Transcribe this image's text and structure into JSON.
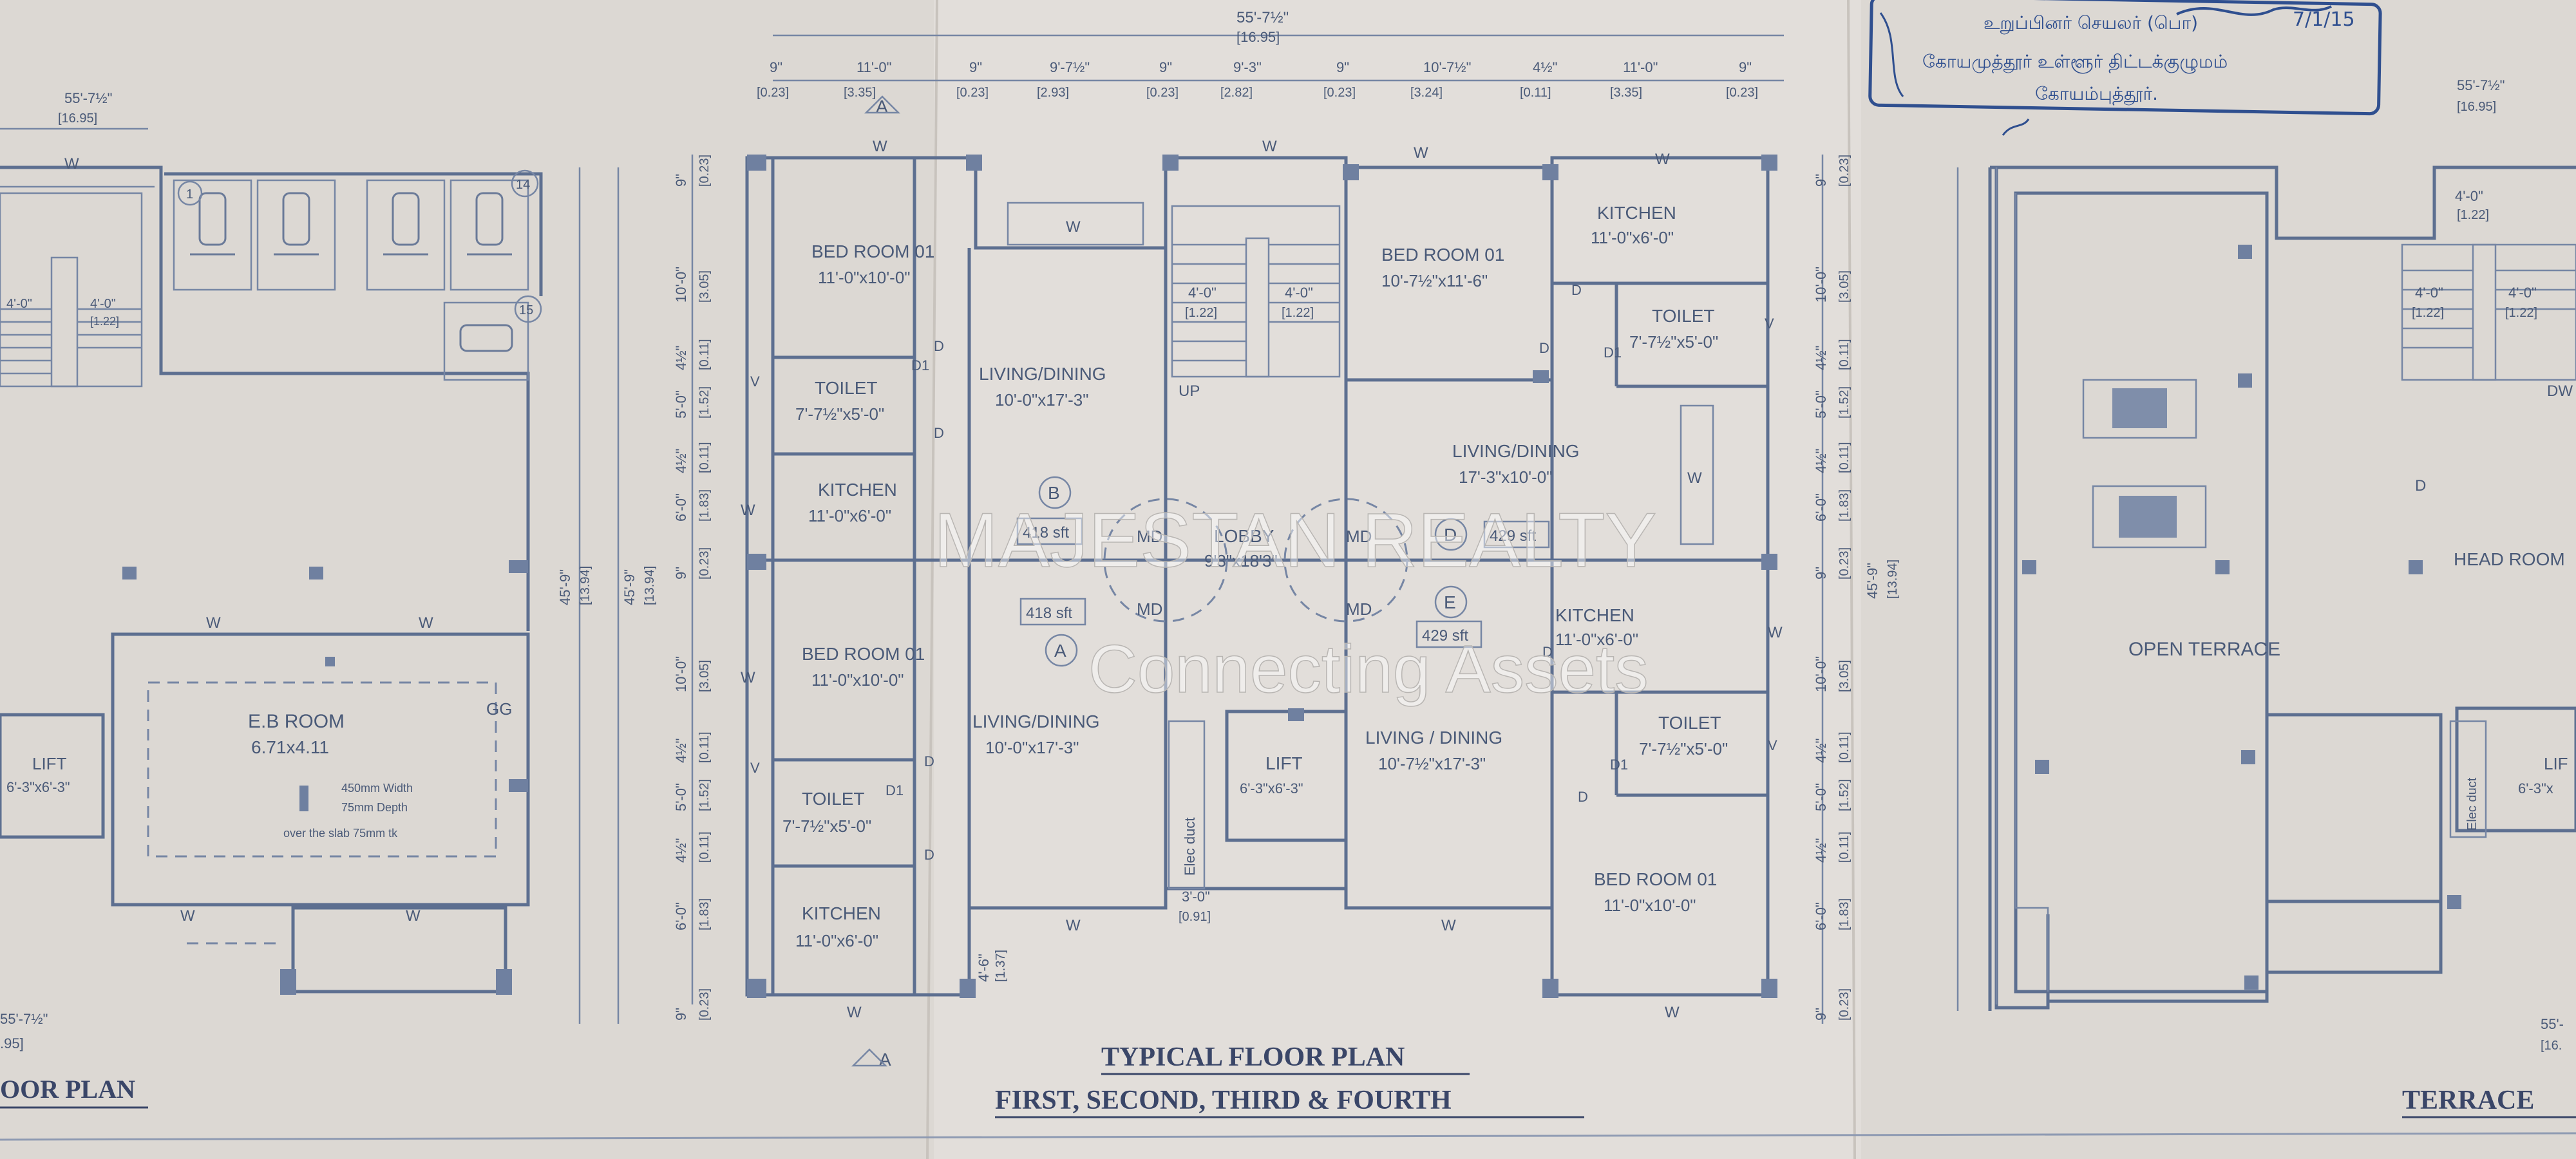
{
  "colors": {
    "paper": "#dcd8d3",
    "ink": "#4a5a78",
    "stamp": "#2f4f8f"
  },
  "left_plan": {
    "overall_dim": "55'-7½\"",
    "overall_dim_m": "[16.95]",
    "room_eb": "E.B ROOM",
    "eb_size": "6.71x4.11",
    "eb_note_1": "450mm Width",
    "eb_note_2": "75mm Depth",
    "eb_note_3": "over the slab 75mm tk",
    "lift": "LIFT",
    "lift_size": "6'-3\"x6'-3\"",
    "gg": "GG",
    "window_w": "W",
    "stair_dim": "4'-0\"",
    "stair_dim_m": "[1.22]",
    "parking_1": "1",
    "parking_14": "14",
    "parking_15": "15",
    "side_dim": "45'-9\"",
    "side_dim_m": "[13.94]",
    "bottom_dim": "55'-7½\"",
    "bottom_dim_m": ".95]",
    "caption": "OOR PLAN"
  },
  "typical_plan": {
    "top_total": "55'-7½\"",
    "top_total_m": "[16.95]",
    "top_dims": [
      {
        "ft": "9\"",
        "m": "[0.23]"
      },
      {
        "ft": "11'-0\"",
        "m": "[3.35]"
      },
      {
        "ft": "9\"",
        "m": "[0.23]"
      },
      {
        "ft": "9'-7½\"",
        "m": "[2.93]"
      },
      {
        "ft": "9\"",
        "m": "[0.23]"
      },
      {
        "ft": "9'-3\"",
        "m": "[2.82]"
      },
      {
        "ft": "9\"",
        "m": "[0.23]"
      },
      {
        "ft": "10'-7½\"",
        "m": "[3.24]"
      },
      {
        "ft": "4½\"",
        "m": "[0.11]"
      },
      {
        "ft": "11'-0\"",
        "m": "[3.35]"
      },
      {
        "ft": "9\"",
        "m": "[0.23]"
      }
    ],
    "side_dims": [
      {
        "ft": "9\"",
        "m": "[0.23]"
      },
      {
        "ft": "10'-0\"",
        "m": "[3.05]"
      },
      {
        "ft": "4½\"",
        "m": "[0.11]"
      },
      {
        "ft": "5'-0\"",
        "m": "[1.52]"
      },
      {
        "ft": "4½\"",
        "m": "[0.11]"
      },
      {
        "ft": "6'-0\"",
        "m": "[1.83]"
      },
      {
        "ft": "9\"",
        "m": "[0.23]"
      },
      {
        "ft": "10'-0\"",
        "m": "[3.05]"
      },
      {
        "ft": "4½\"",
        "m": "[0.11]"
      },
      {
        "ft": "5'-0\"",
        "m": "[1.52]"
      },
      {
        "ft": "4½\"",
        "m": "[0.11]"
      },
      {
        "ft": "6'-0\"",
        "m": "[1.83]"
      },
      {
        "ft": "9\"",
        "m": "[0.23]"
      }
    ],
    "overall_side": "45'-9\"",
    "overall_side_m": "[13.94]",
    "bedroom": "BED ROOM 01",
    "bedroom_size_a": "11'-0\"x10'-0\"",
    "bedroom_size_d": "10'-7½\"x11'-6\"",
    "toilet": "TOILET",
    "toilet_size": "7'-7½\"x5'-0\"",
    "kitchen": "KITCHEN",
    "kitchen_size": "11'-0\"x6'-0\"",
    "living": "LIVING/DINING",
    "living_alt": "LIVING / DINING",
    "living_size": "10'-0\"x17'-3\"",
    "living_size_d": "17'-3\"x10'-0\"",
    "living_size_e": "10'-7½\"x17'-3\"",
    "lobby": "LOBBY",
    "lobby_size": "9'3\"x18'3\"",
    "lift": "LIFT",
    "lift_size": "6'-3\"x6'-3\"",
    "elec_duct": "Elec duct",
    "up": "UP",
    "md": "MD",
    "unit_a": "A",
    "unit_b": "B",
    "unit_d": "D",
    "unit_e": "E",
    "area_418": "418 sft",
    "area_429": "429 sft",
    "door_d": "D",
    "door_d1": "D1",
    "window_w": "W",
    "vent": "V",
    "lobby_dim": "3'-0\"",
    "lobby_dim_m": "[0.91]",
    "bottom_dim": "4'-6\"",
    "bottom_dim_m": "[1.37]",
    "stair_dim": "4'-0\"",
    "stair_dim_m": "[1.22]",
    "side_right": "45'-9\"",
    "side_right_m": "[13.94]",
    "section_mark": "A",
    "title_1": "TYPICAL FLOOR PLAN",
    "title_2": "FIRST, SECOND, THIRD & FOURTH"
  },
  "terrace_plan": {
    "open_terrace": "OPEN TERRACE",
    "head_room": "HEAD ROOM",
    "lift": "LIF",
    "lift_size": "6'-3\"x",
    "elec_duct": "Elec duct",
    "dw": "DW",
    "door_d": "D",
    "top_dim": "55'-7½\"",
    "top_dim_m": "[16.95]",
    "stair_dim": "4'-0\"",
    "stair_dim_m": "[1.22]",
    "bottom_dim": "55'-",
    "bottom_dim_m": "[16.",
    "caption": "TERRACE"
  },
  "stamp": {
    "line_1": "உறுப்பினர் செயலர் (பொ)",
    "line_2": "கோயமுத்தூர் உள்ளூர் திட்டக்குழுமம்",
    "line_3": "கோயம்புத்தூர்.",
    "signature": "7/1/15"
  },
  "watermark": {
    "line_1": "MAJESTAN REALTY",
    "line_2": "Connecting Assets"
  }
}
